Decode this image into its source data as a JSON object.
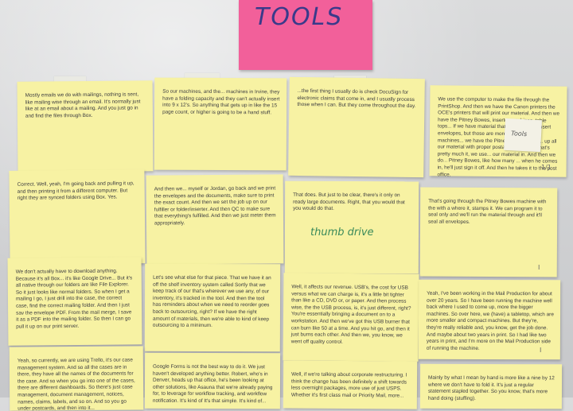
{
  "header": {
    "title": "TOOLS"
  },
  "notes": [
    {
      "text": "Mostly emails we do with mailings, nothing is sent, like mailing wise through an email. It's normally just like at an email about a mailing. And you just go in and find the files through Box."
    },
    {
      "text": "So our machines, and the... machines in Irvine, they have a folding capacity and they can't actually insert into 9 x 12's. So anything that gets up in like the 15 page count, or higher is going to be a hand stuff."
    },
    {
      "text": "...the first thing I usually do is check DocuSign for electronic claims that come in, and I usually process those when I can. But they come throughout the day."
    },
    {
      "text": "We use the computer to make the file through the PrintShop. And then we have the Canon printers the OCE's printers that will print our material. And then we have the Pitney Bowes, inserter machines, table tops... If we have material that needs to (be) insert envelopes, but those are more high volume machines... we have the Pitney Bowes meter... up all our material with proper postage... And then that's pretty much it, we use... our material in. And then we do... Pitney Bowes, like how many ... when he comes in, he'll just sign it off. And then he takes it to the post office."
    },
    {
      "text": "Correct. Well, yeah, I'm going back and pulling it up, and then printing it from a different computer. But right they are synced folders using Box. Yes."
    },
    {
      "text": "And then we... myself or Jordan, go back and we print the envelopes and the documents, make sure to print the exact count. And then we set the job up on our fulfiller or folder/inserter. And then QC to make sure that everything's fulfilled. And then we just meter them appropriately."
    },
    {
      "text": "That does. But just to be clear, there's it only on ready large documents. Right, that you would that you would do that."
    },
    {
      "text": "That's going through the Pitney Bowes machine with the with a where it, stamps it. We can program it to seal only and we'll run the material through and it'll seal all envelopes."
    },
    {
      "text": "We don't actually have to download anything. Because it's all Box... it's like Google Drive... But it's all native through our folders are like File Explorer. So it just looks like normal folders. So when I get a mailing I go, I just drill into the case, the correct case, find the correct mailing folder. And then I just sav the envelope PDF. From the mail merge, I save it as a PDF into the mailing folder. So then I can go pull it up on our print server."
    },
    {
      "text": "Let's see what else for that piece. That we have it an off the shelf inventory system called Sortly that we keep track of our that's wherever we use any, of our inventory, it's tracked in the tool. And then the tool has reminders about when we need to reorder goes back to outsourcing, right? If we have the right amount of materials, then we're able to kind of keep outsourcing to a minimum."
    },
    {
      "text": "Well, it affects our revenue. USB's, the cost for USB versus what we can charge is, it's a little bit tighter than like a CD, DVD or, or paper. And then process wise, the the USB process, is, it's just different, right? You're essentially bringing a document on to a workstation. And then we've got this USB burner that can burn like 50 at a time. And you hit go, and then it just burns each other. And then we, you know, we went off quality control."
    },
    {
      "text": "Yeah, I've been working in the Mail Production for about over 20 years. So I have been running the machine well back where I used to come up, more the bigger machines. So over here, we (have) a tabletop, which are more smaller and compact machines. But they're, they're really reliable and, you know, get the job done. And maybe about two years in print. So I had like two years in print, and I'm more on the Mail Production side of running the machine."
    },
    {
      "text": "Yeah, so currently, we are using Trello, it's our case management system. And so all the cases are in there, they have all the names of the documents for the case. And so when you go into one of the cases, there are different dashboards. So there's just case management, document management, notices, names, claims, labels, and so on. And so you go under postcards, and then into it..."
    },
    {
      "text": "Google Forms is not the best way to do it. We just haven't developed anything better. Robert, who's in Denver, heads up that office, he's been looking at other solutions, like Asauna that we're already paying for, to leverage for workflow tracking, and workflow notification. It's kind of It's that simple. It's kind of..."
    },
    {
      "text": "Well, if we're talking about corporate restructuring. I think the change has been definitely a shift towards less overnight packages, more use of just USPS. Whether it's first class mail or Priority Mail, more..."
    },
    {
      "text": "Mainly by what I mean by hand is more like a nine by 12 where we don't have to fold it. It's just a regular statement stapled together. So you know, that's more hand doing (stuffing)."
    }
  ],
  "handwriting": {
    "thumb_drive": "thumb drive",
    "mini_note": "Tools",
    "page_marks": [
      "1/1",
      "I",
      "I"
    ]
  }
}
